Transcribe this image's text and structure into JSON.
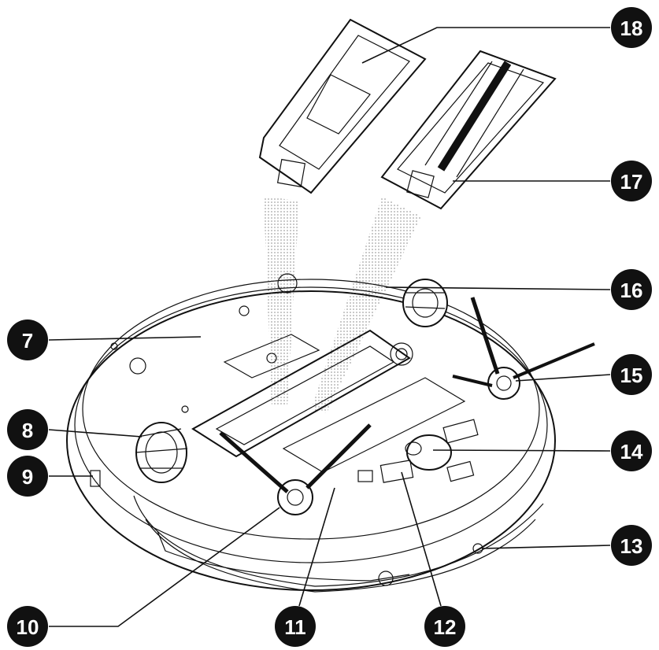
{
  "callouts": [
    {
      "id": "c7",
      "label": "7"
    },
    {
      "id": "c8",
      "label": "8"
    },
    {
      "id": "c9",
      "label": "9"
    },
    {
      "id": "c10",
      "label": "10"
    },
    {
      "id": "c11",
      "label": "11"
    },
    {
      "id": "c12",
      "label": "12"
    },
    {
      "id": "c13",
      "label": "13"
    },
    {
      "id": "c14",
      "label": "14"
    },
    {
      "id": "c15",
      "label": "15"
    },
    {
      "id": "c16",
      "label": "16"
    },
    {
      "id": "c17",
      "label": "17"
    },
    {
      "id": "c18",
      "label": "18"
    }
  ],
  "colors": {
    "ink": "#111111",
    "paper": "#ffffff"
  }
}
